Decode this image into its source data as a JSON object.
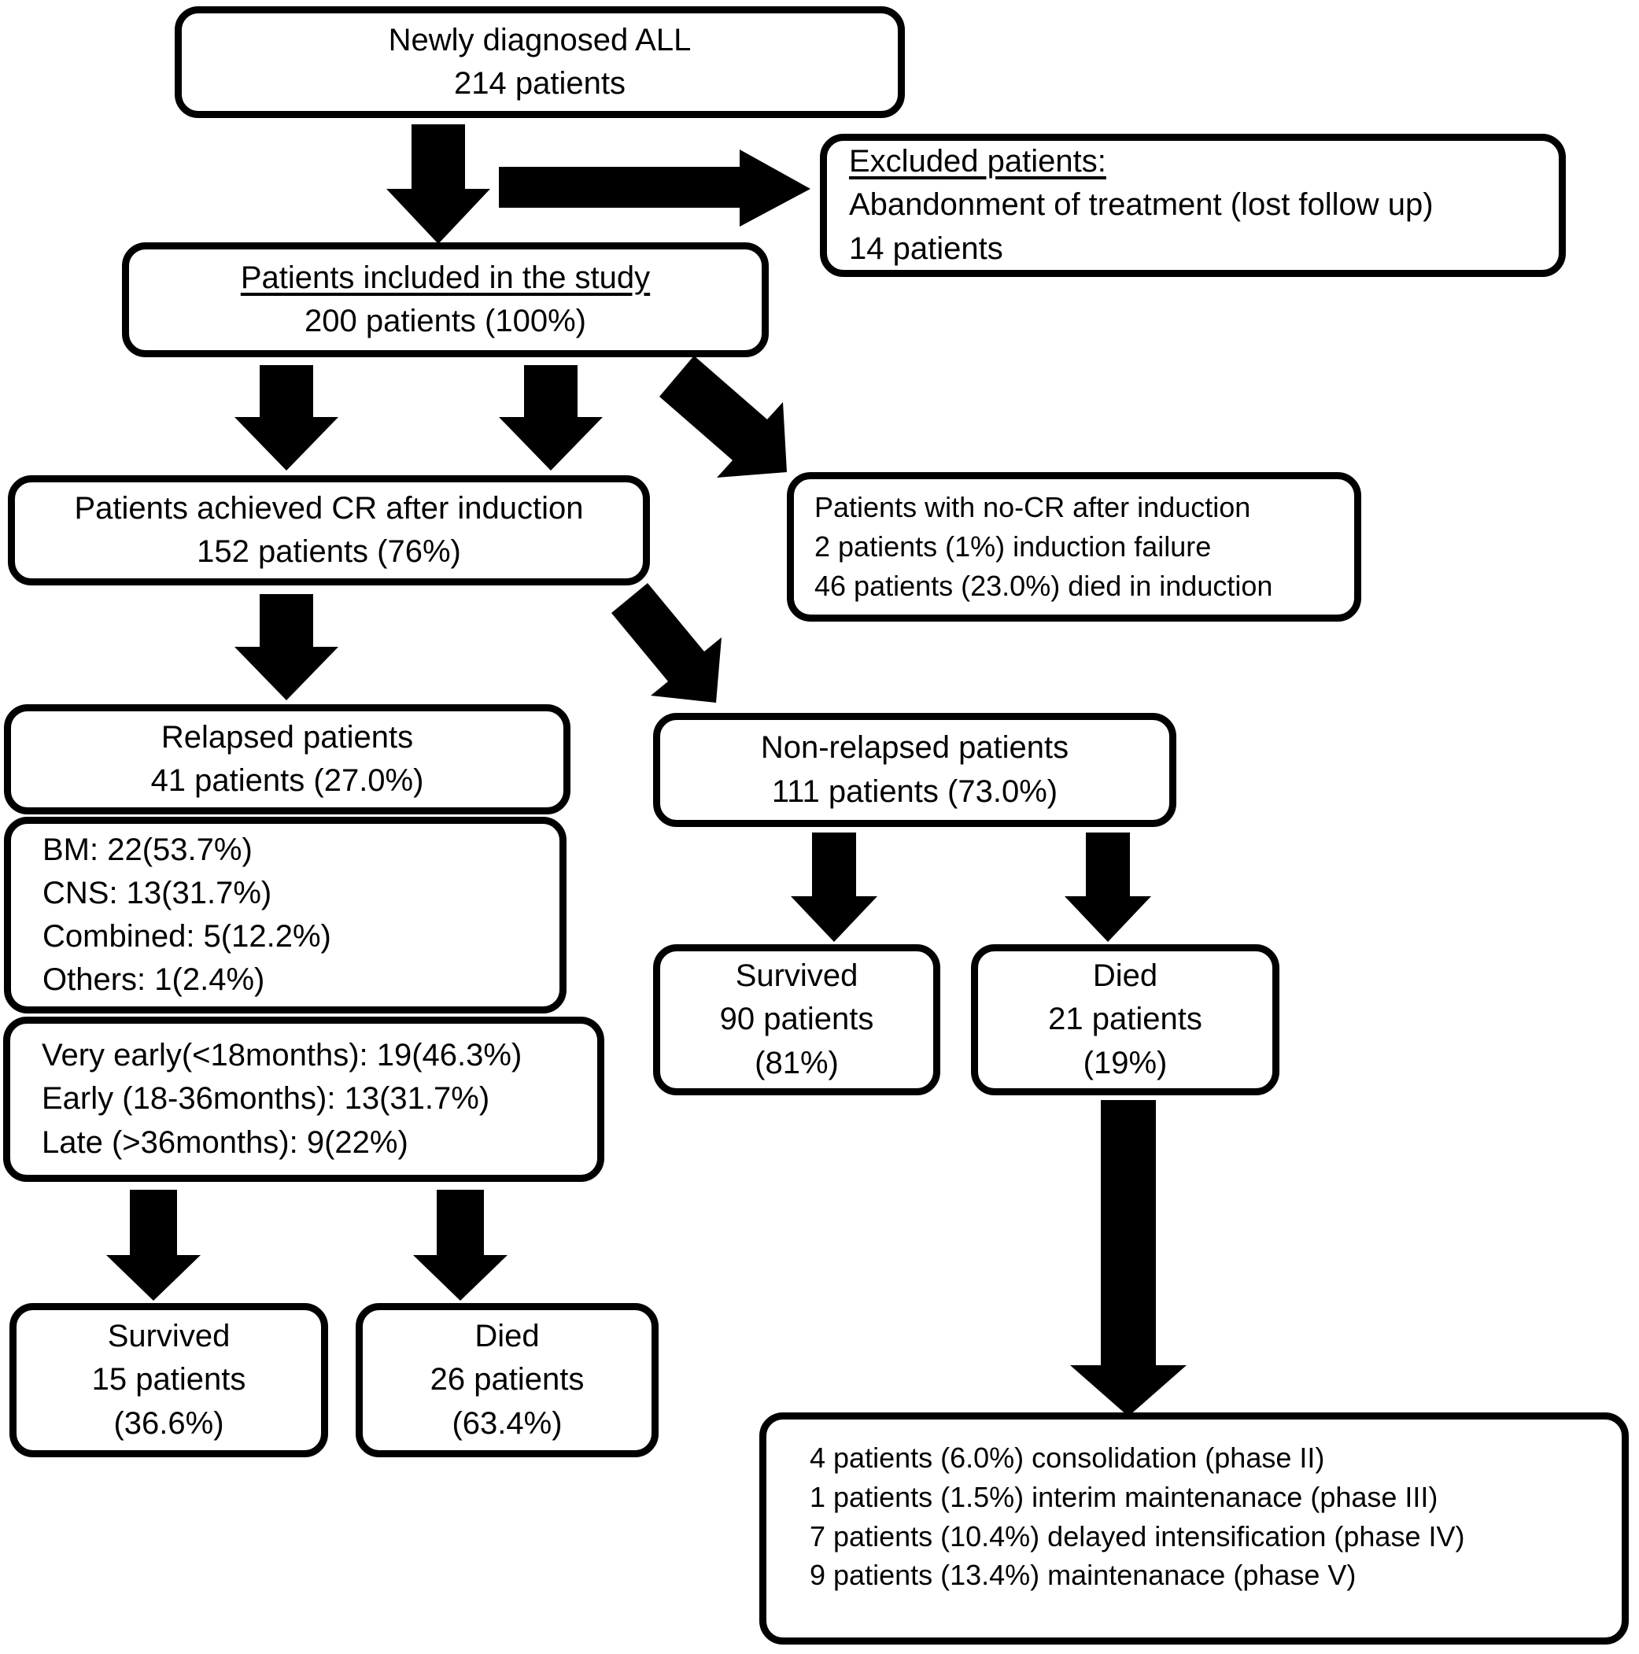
{
  "figure": {
    "title": "Patient flow diagram for newly diagnosed ALL study",
    "colors": {
      "ink": "#000000",
      "background": "#ffffff"
    }
  },
  "nodes": {
    "newly_diagnosed": {
      "lines": [
        "Newly diagnosed ALL",
        "214 patients"
      ]
    },
    "excluded": {
      "lines": [
        "Excluded patients:",
        "Abandonment of treatment (lost follow up)",
        "14 patients"
      ]
    },
    "included": {
      "lines": [
        "Patients included in the study",
        "200 patients (100%)"
      ]
    },
    "cr_after_induction": {
      "lines": [
        "Patients achieved CR after induction",
        "152 patients (76%)"
      ]
    },
    "no_cr_after_induction": {
      "lines": [
        "Patients with no-CR after induction",
        "2 patients (1%) induction failure",
        "46 patients (23.0%) died in induction"
      ]
    },
    "relapsed": {
      "lines": [
        "Relapsed patients",
        "41 patients (27.0%)"
      ]
    },
    "relapse_sites": {
      "lines": [
        "BM: 22(53.7%)",
        "CNS: 13(31.7%)",
        "Combined: 5(12.2%)",
        "Others: 1(2.4%)"
      ]
    },
    "relapse_timing": {
      "lines": [
        "Very early(<18months): 19(46.3%)",
        "Early (18-36months): 13(31.7%)",
        "Late (>36months): 9(22%)"
      ]
    },
    "relapsed_survived": {
      "lines": [
        "Survived",
        "15 patients",
        "(36.6%)"
      ]
    },
    "relapsed_died": {
      "lines": [
        "Died",
        "26 patients",
        "(63.4%)"
      ]
    },
    "non_relapsed": {
      "lines": [
        "Non-relapsed patients",
        "111 patients (73.0%)"
      ]
    },
    "non_relapsed_survived": {
      "lines": [
        "Survived",
        "90 patients",
        "(81%)"
      ]
    },
    "non_relapsed_died": {
      "lines": [
        "Died",
        "21 patients",
        "(19%)"
      ]
    },
    "death_phases": {
      "lines": [
        "4 patients (6.0%) consolidation (phase II)",
        "1 patients (1.5%) interim maintenanace (phase III)",
        "7 patients (10.4%) delayed intensification (phase IV)",
        "9 patients (13.4%) maintenanace (phase V)"
      ]
    }
  },
  "connections": [
    {
      "from": "newly_diagnosed",
      "to": "included"
    },
    {
      "from": "newly_diagnosed",
      "to": "excluded"
    },
    {
      "from": "included",
      "to": "cr_after_induction"
    },
    {
      "from": "included",
      "to": "cr_after_induction"
    },
    {
      "from": "included",
      "to": "no_cr_after_induction"
    },
    {
      "from": "cr_after_induction",
      "to": "relapsed"
    },
    {
      "from": "cr_after_induction",
      "to": "non_relapsed"
    },
    {
      "from": "relapse_timing",
      "to": "relapsed_survived"
    },
    {
      "from": "relapse_timing",
      "to": "relapsed_died"
    },
    {
      "from": "non_relapsed",
      "to": "non_relapsed_survived"
    },
    {
      "from": "non_relapsed",
      "to": "non_relapsed_died"
    },
    {
      "from": "non_relapsed_died",
      "to": "death_phases"
    }
  ]
}
